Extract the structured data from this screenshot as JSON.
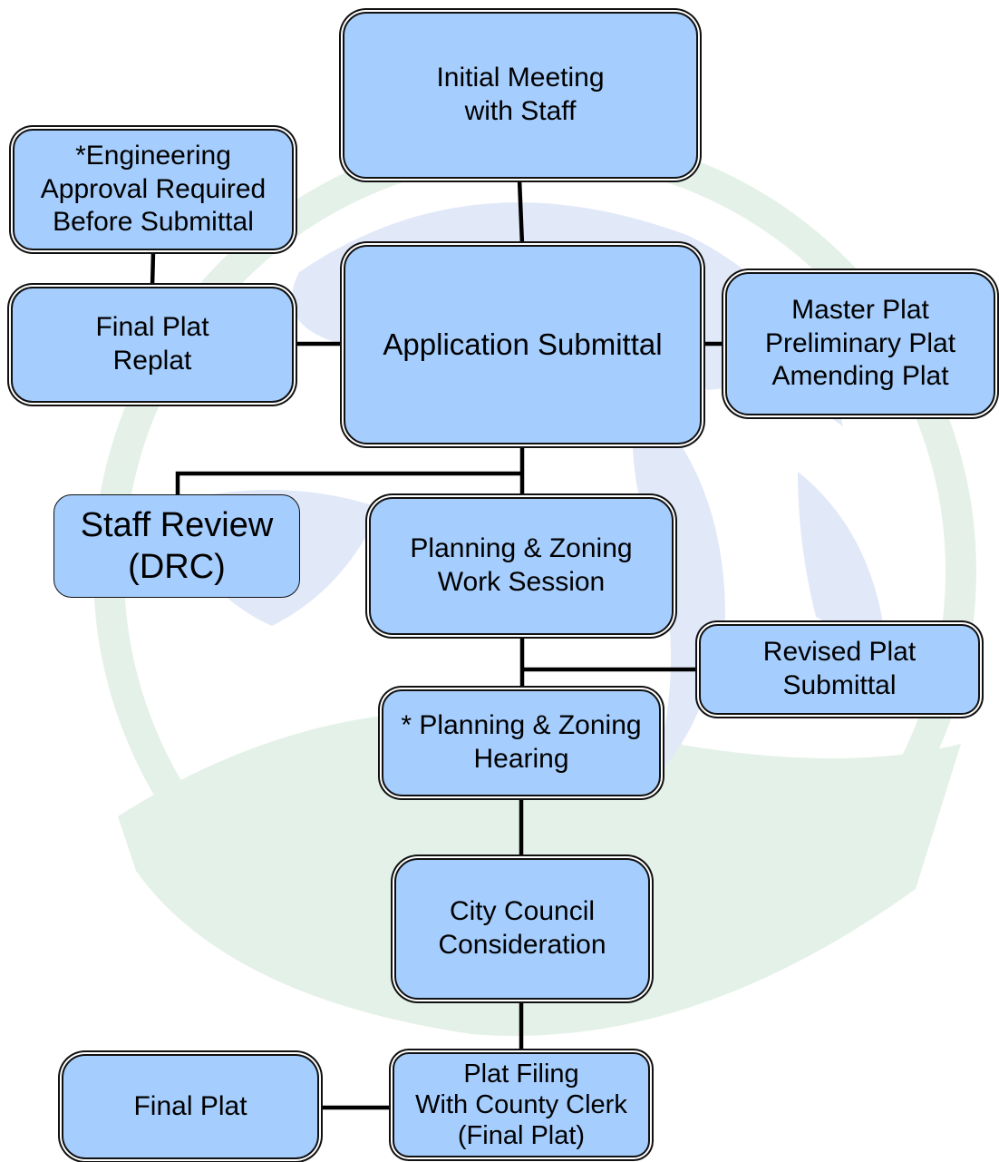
{
  "colors": {
    "box_fill": "#a5cdfd",
    "box_border": "#111111",
    "connector": "#000000",
    "watermark_blue": "#c9d6f3",
    "watermark_green": "#cfe6d6"
  },
  "nodes": {
    "initial_meeting": "Initial Meeting\nwith Staff",
    "engineering_approval": "*Engineering\nApproval Required\nBefore Submittal",
    "final_plat_replat": "Final Plat\nReplat",
    "application_submittal": "Application Submittal",
    "master_plat": "Master Plat\nPreliminary Plat\nAmending Plat",
    "staff_review": "Staff Review\n(DRC)",
    "pz_work_session": "Planning & Zoning\nWork Session",
    "revised_plat": "Revised Plat\nSubmittal",
    "pz_hearing": "* Planning & Zoning\nHearing",
    "city_council": "City Council\nConsideration",
    "final_plat": "Final Plat",
    "plat_filing": "Plat Filing\nWith County Clerk\n(Final Plat)"
  },
  "edges": [
    [
      "initial_meeting",
      "application_submittal"
    ],
    [
      "engineering_approval",
      "final_plat_replat"
    ],
    [
      "final_plat_replat",
      "application_submittal"
    ],
    [
      "application_submittal",
      "master_plat"
    ],
    [
      "application_submittal",
      "staff_review"
    ],
    [
      "application_submittal",
      "pz_work_session"
    ],
    [
      "pz_work_session",
      "revised_plat"
    ],
    [
      "pz_work_session",
      "pz_hearing"
    ],
    [
      "pz_hearing",
      "city_council"
    ],
    [
      "city_council",
      "plat_filing"
    ],
    [
      "final_plat",
      "plat_filing"
    ]
  ]
}
